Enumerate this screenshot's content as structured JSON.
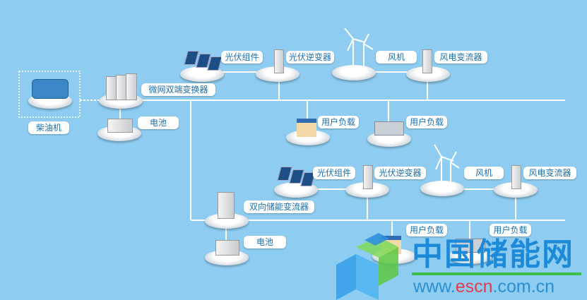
{
  "nodes": {
    "diesel": "柴油机",
    "converter": "微网双端变换器",
    "battery1": "电池",
    "pv1": "光伏组件",
    "inverter1": "光伏逆变器",
    "wind1": "风机",
    "windconv1": "风电变流器",
    "load1": "用户负载",
    "load2": "用户负载",
    "pv2": "光伏组件",
    "inverter2": "光伏逆变器",
    "wind2": "风机",
    "windconv2": "风电变流器",
    "pcs": "双向储能变流器",
    "battery2": "电池",
    "load3": "用户负载",
    "load4": "用户负载"
  },
  "watermark": {
    "cn": "中国储能网",
    "url_pre": "www.",
    "url_mid": "escn",
    "url_post": ".com.cn"
  },
  "colors": {
    "background": "#8ecdf1",
    "label_text": "#1a6fb0",
    "line": "#ffffff"
  }
}
